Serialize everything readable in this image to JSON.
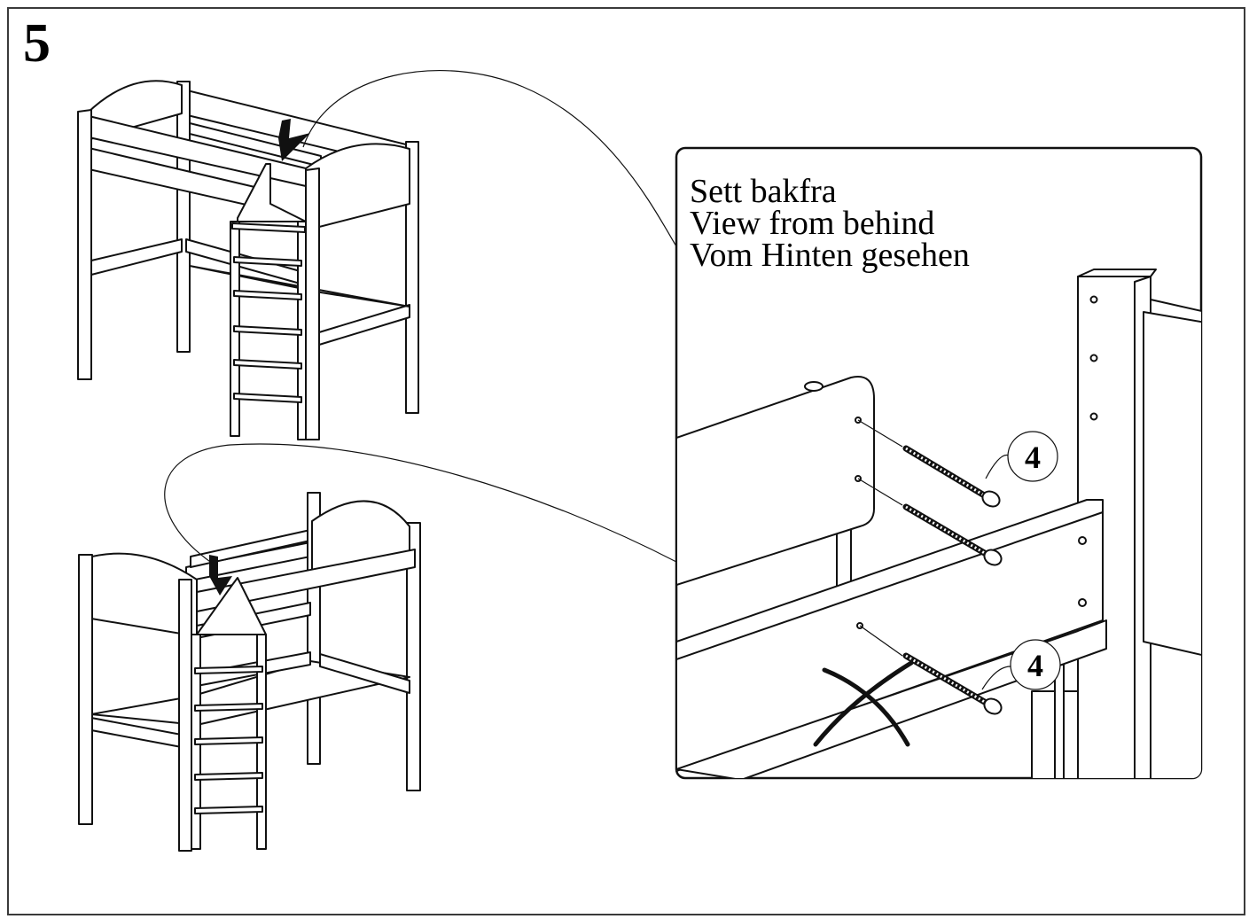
{
  "step_number": "5",
  "detail": {
    "caption_lines": [
      "Sett bakfra",
      "View from behind",
      "Vom Hinten gesehen"
    ],
    "callouts": [
      {
        "name": "callout-upper",
        "quantity": "4"
      },
      {
        "name": "callout-lower",
        "quantity": "4"
      }
    ]
  },
  "colors": {
    "line": "#111111",
    "background": "#ffffff",
    "frame": "#3a3a3a"
  },
  "icons": [
    "screw-icon",
    "crossed-out-mark-icon",
    "arrow-icon"
  ]
}
